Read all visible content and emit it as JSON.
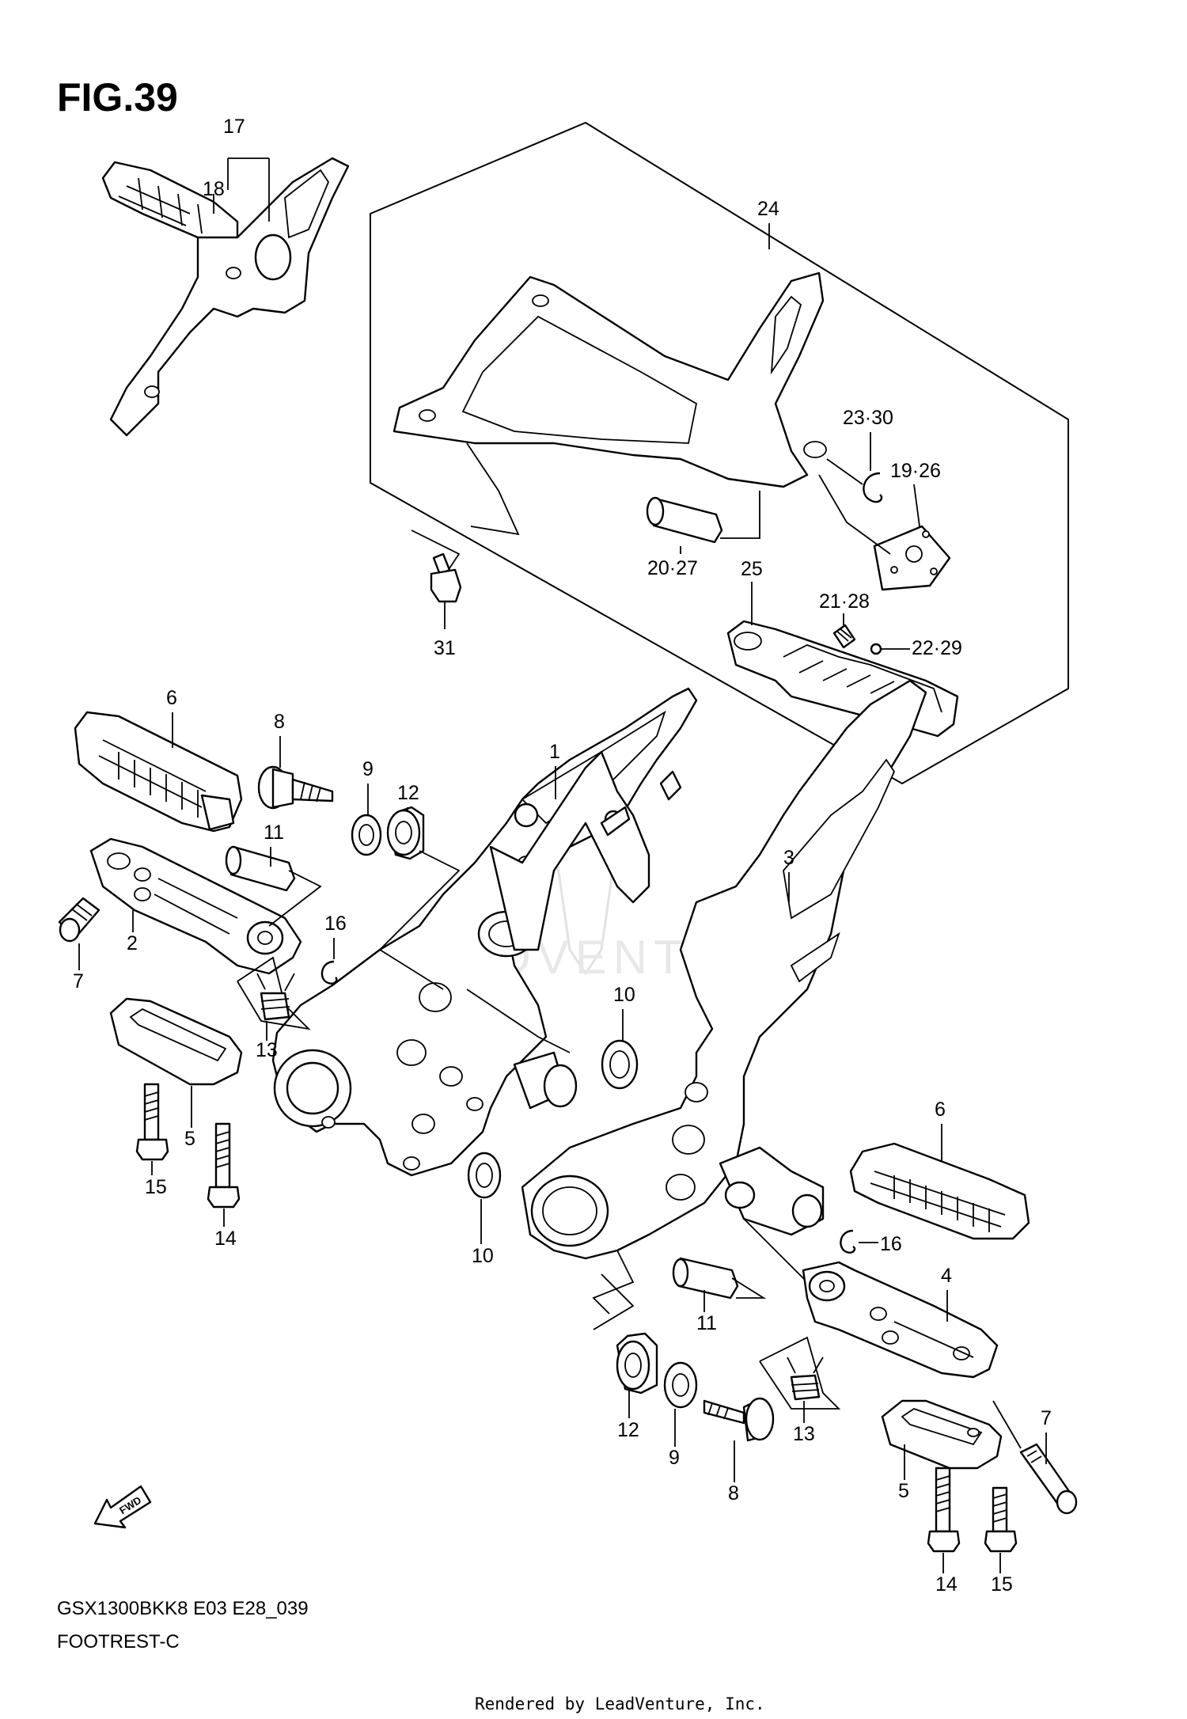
{
  "figure": {
    "title": "FIG.39",
    "model_code": "GSX1300BKK8 E03 E28_039",
    "section_name": "FOOTREST-C",
    "credit": "Rendered by LeadVenture, Inc.",
    "fwd_label": "FWD",
    "watermark_text": "LEADVENTURE"
  },
  "callouts": {
    "c1": "1",
    "c2": "2",
    "c3": "3",
    "c4": "4",
    "c5a": "5",
    "c5b": "5",
    "c6a": "6",
    "c6b": "6",
    "c7a": "7",
    "c7b": "7",
    "c8a": "8",
    "c8b": "8",
    "c9a": "9",
    "c9b": "9",
    "c10a": "10",
    "c10b": "10",
    "c11a": "11",
    "c11b": "11",
    "c12a": "12",
    "c12b": "12",
    "c13a": "13",
    "c13b": "13",
    "c14a": "14",
    "c14b": "14",
    "c15a": "15",
    "c15b": "15",
    "c16a": "16",
    "c16b": "16",
    "c17": "17",
    "c18": "18",
    "c19": "19·26",
    "c20": "20·27",
    "c21": "21·28",
    "c22": "22·29",
    "c23": "23·30",
    "c24": "24",
    "c25": "25",
    "c31": "31"
  }
}
